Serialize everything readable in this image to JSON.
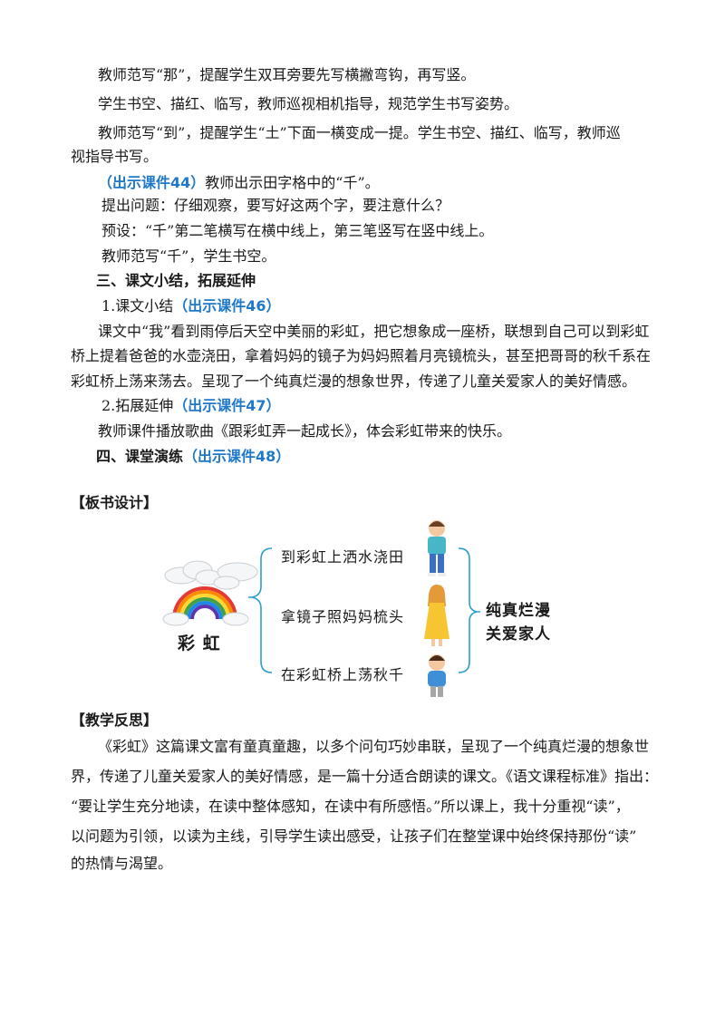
{
  "p1": "教师范写“那”，提醒学生双耳旁要先写横撇弯钩，再写竖。",
  "p2": "学生书空、描红、临写，教师巡视相机指导，规范学生书写姿势。",
  "p3a": "教师范写“到”，提醒学生“土”下面一横变成一提。学生书空、描红、临写，教师巡",
  "p3b": "视指导书写。",
  "p4_tag": "（出示课件44）",
  "p4_text": "教师出示田字格中的“千”。",
  "p5": "提出问题：仔细观察，要写好这两个字，要注意什么？",
  "p6": "预设：“千”第二笔横写在横中线上，第三笔竖写在竖中线上。",
  "p7": "教师范写“千”，学生书空。",
  "h3": "三、课文小结，拓展延伸",
  "s1_label": "1.课文小结",
  "s1_tag": "（出示课件46）",
  "p8a": "课文中“我”看到雨停后天空中美丽的彩虹，把它想象成一座桥，联想到自己可以到彩虹",
  "p8b": "桥上提着爸爸的水壶浇田，拿着妈妈的镜子为妈妈照着月亮镜梳头，甚至把哥哥的秋千系在",
  "p8c": "彩虹桥上荡来荡去。呈现了一个纯真烂漫的想象世界，传递了儿童关爱家人的美好情感。",
  "s2_label": "2.拓展延伸",
  "s2_tag": "（出示课件47）",
  "p9": "教师课件播放歌曲《跟彩虹弄一起成长》，体会彩虹带来的快乐。",
  "h4": "四、课堂演练",
  "h4_tag": "（出示课件48）",
  "board_heading": "【板书设计】",
  "board": {
    "title": "彩  虹",
    "items": [
      "到彩虹上洒水浇田",
      "拿镜子照妈妈梳头",
      "在彩虹桥上荡秋千"
    ],
    "summary1": "纯真烂漫",
    "summary2": "关爱家人"
  },
  "reflect_heading": "【教学反思】",
  "r1": "《彩虹》这篇课文富有童真童趣，以多个问句巧妙串联，呈现了一个纯真烂漫的想象世",
  "r2": "界，传递了儿童关爱家人的美好情感，是一篇十分适合朗读的课文。《语文课程标准》指出：",
  "r3": "“要让学生充分地读，在读中整体感知，在读中有所感悟。”所以课上，我十分重视“读”，",
  "r4": "以问题为引领，以读为主线，引导学生读出感受，让孩子们在整堂课中始终保持那份“读”",
  "r5": "的热情与渴望。",
  "colors": {
    "accent": "#1f78c8",
    "bracket": "#2a9fd0"
  }
}
